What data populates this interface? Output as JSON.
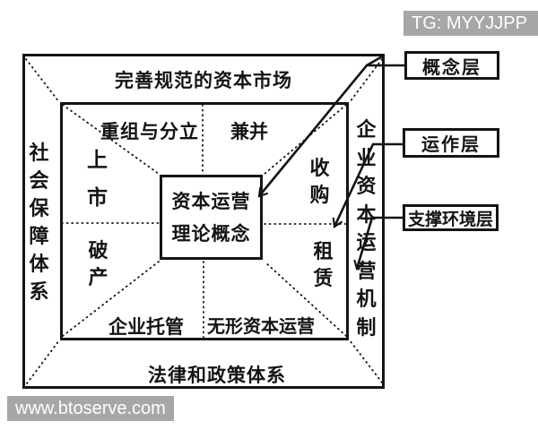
{
  "watermarks": {
    "telegram": "TG: MYYJJPP",
    "website": "www.btoserve.com"
  },
  "diagram": {
    "outer_ring": {
      "top": "完善规范的资本市场",
      "left": "社会保障体系",
      "right": "企业资本运营机制",
      "bottom": "法律和政策体系"
    },
    "operations_ring": {
      "top_left": "重组与分立",
      "top_right": "兼并",
      "left_upper": "上市",
      "left_lower": "破产",
      "right_upper": "收购",
      "right_lower": "租赁",
      "bottom_left": "企业托管",
      "bottom_right": "无形资本运营"
    },
    "core": {
      "line1": "资本运营",
      "line2": "理论概念"
    },
    "legend": {
      "concept_layer": "概念层",
      "operation_layer": "运作层",
      "support_layer": "支撑环境层"
    }
  },
  "colors": {
    "ink": "#141414",
    "watermark_bg": "#a7a7a7",
    "watermark_text": "#ffffff"
  }
}
